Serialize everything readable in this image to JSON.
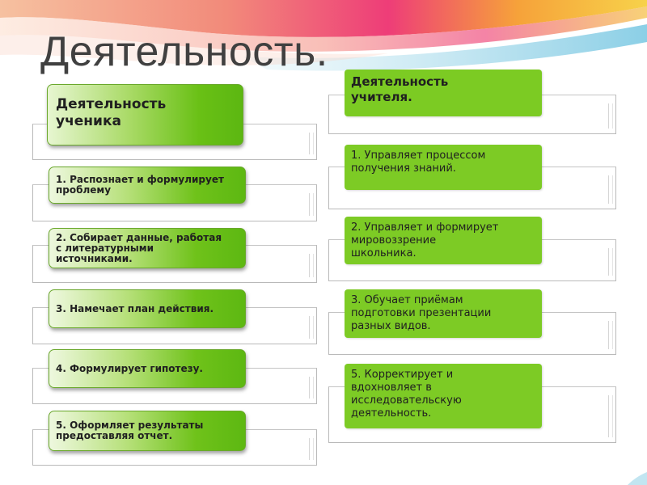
{
  "title": "Деятельность.",
  "left": {
    "header": "Деятельность\nученика",
    "items": [
      "1. Распознает и формулирует\nпроблему",
      "2. Собирает данные, работая\nс литературными\nисточниками.",
      "3. Намечает план действия.",
      "4. Формулирует гипотезу.",
      "5. Оформляет результаты\nпредоставляя отчет."
    ]
  },
  "right": {
    "header": "Деятельность\nучителя.",
    "items": [
      "1. Управляет процессом\nполучения знаний.",
      "2. Управляет и формирует\nмировоззрение\nшкольника.",
      "3. Обучает приёмам\nподготовки презентации\nразных видов.",
      "5. Корректирует и\nвдохновляет в\nисследовательскую\nдеятельность."
    ]
  },
  "colors": {
    "box_green": "#7dcb25",
    "banner_pink": "#ee3d78",
    "banner_orange": "#f6a23a",
    "title_text": "#404040"
  }
}
